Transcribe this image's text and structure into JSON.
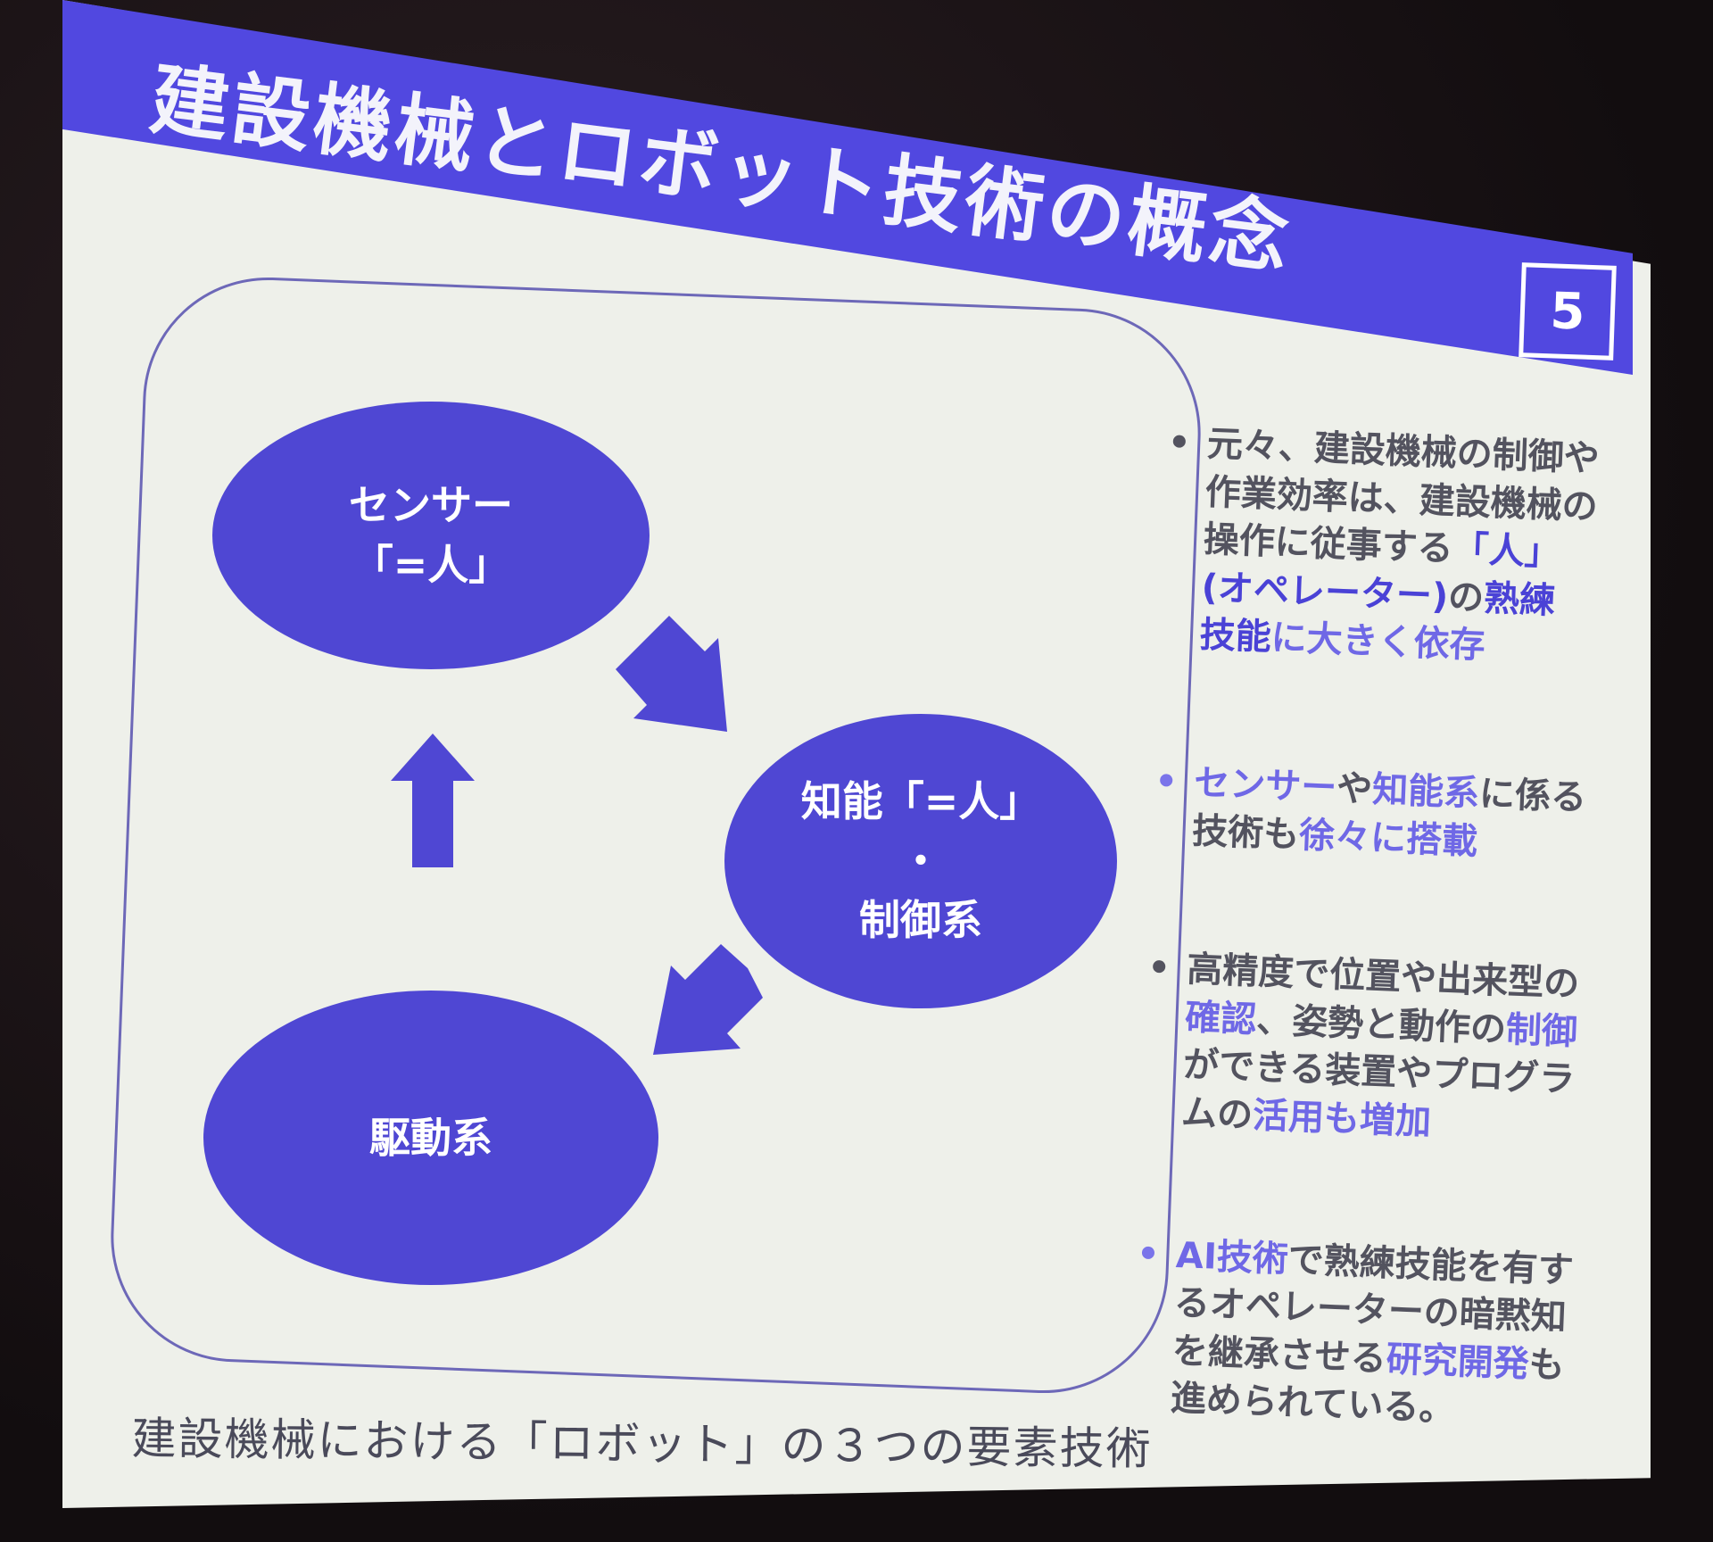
{
  "slide": {
    "title": "建設機械とロボット技術の概念",
    "page_number": "5",
    "caption": "建設機械における「ロボット」の３つの要素技術"
  },
  "diagram": {
    "sensor": {
      "line1": "センサー",
      "line2": "「=人」"
    },
    "intelligence": {
      "line1": "知能「=人」",
      "line2": "・",
      "line3": "制御系"
    },
    "drive": {
      "line1": "駆動系"
    }
  },
  "bullets": {
    "b1": [
      "元々、建設機械の制御や",
      "作業効率は、建設機械の",
      "操作に従事する",
      "「人」",
      "(オペレーター)",
      "の",
      "熟練",
      "技能",
      "に大きく依存"
    ],
    "b2": [
      "センサー",
      "や",
      "知能系",
      "に係る",
      "技術も",
      "徐々に搭載"
    ],
    "b3": [
      "高精度で位置や出来型の",
      "確認",
      "、姿勢と動作の",
      "制御",
      "ができる装置やプログラ",
      "ムの",
      "活用も増加"
    ],
    "b4": [
      "AI技術",
      "で熟練技能を有す",
      "るオペレーターの暗黙知",
      "を継承させる",
      "研究開発",
      "も",
      "進められている。"
    ]
  },
  "colors": {
    "accent": "#4f47d3",
    "slide_bg": "#eef0ea",
    "highlight": "#6f68e6"
  }
}
